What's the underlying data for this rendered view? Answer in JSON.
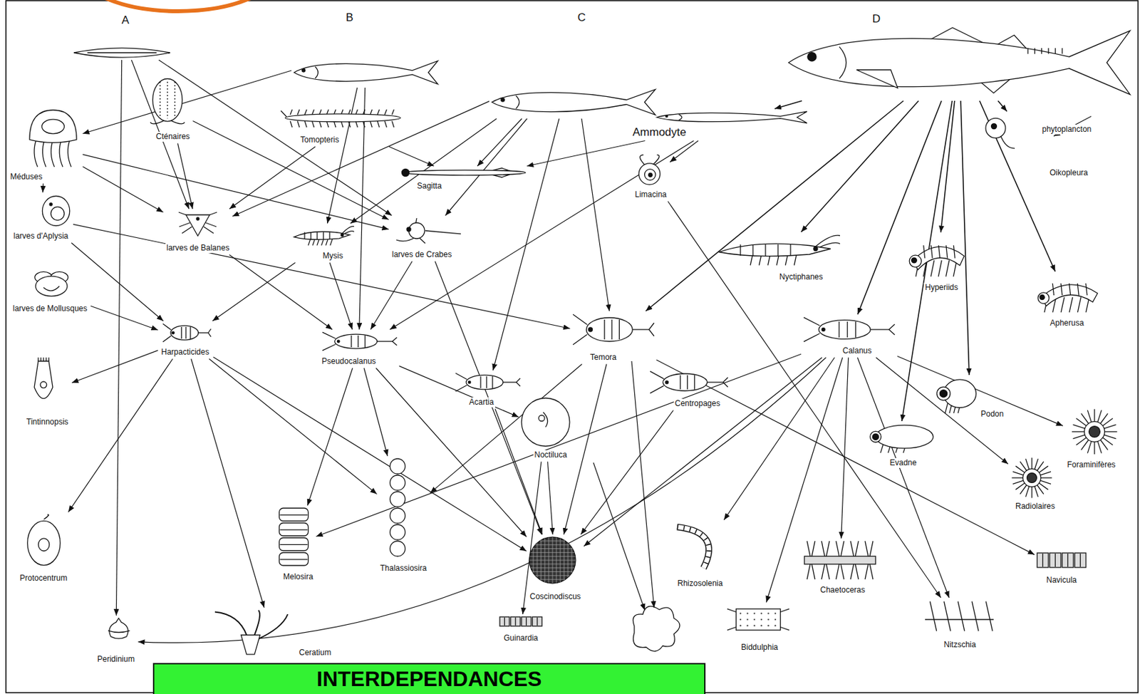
{
  "diagram": {
    "title": "INTERDEPENDANCES",
    "nodes": [
      {
        "text": [
          "A"
        ]
      },
      {
        "text": [
          "Méduses"
        ]
      },
      {
        "text": [
          "Cténaires"
        ]
      },
      {
        "text": [
          "B"
        ]
      },
      {
        "text": [
          "Tomopteris"
        ]
      },
      {
        "text": [
          "C"
        ]
      },
      {
        "text": [
          "Ammodyte"
        ]
      },
      {
        "text": [
          "D"
        ]
      },
      {
        "text": [
          "Sagitta"
        ]
      },
      {
        "text": [
          "Limacina"
        ]
      },
      {
        "text": [
          "Oikopleura"
        ]
      },
      {
        "text": [
          "phytoplancton"
        ]
      },
      {
        "text": [
          "larves d'Aplysia"
        ]
      },
      {
        "text": [
          "larves de Mollusques"
        ]
      },
      {
        "text": [
          "larves de Balanes"
        ]
      },
      {
        "text": [
          "Mysis"
        ]
      },
      {
        "text": [
          "larves de Crabes"
        ]
      },
      {
        "text": [
          "Nyctiphanes"
        ]
      },
      {
        "text": [
          "Hyperiids"
        ]
      },
      {
        "text": [
          "Apherusa"
        ]
      },
      {
        "text": [
          "Harpacticides"
        ]
      },
      {
        "text": [
          "Pseudocalanus"
        ]
      },
      {
        "text": [
          "Temora"
        ]
      },
      {
        "text": [
          "Acartia"
        ]
      },
      {
        "text": [
          "Centropages"
        ]
      },
      {
        "text": [
          "Calanus"
        ]
      },
      {
        "text": [
          "Podon"
        ]
      },
      {
        "text": [
          "Evadne"
        ]
      },
      {
        "text": [
          "Noctiluca"
        ]
      },
      {
        "text": [
          "Tintinnopsis"
        ]
      },
      {
        "text": [
          "Foraminifères"
        ]
      },
      {
        "text": [
          "Radiolaires"
        ]
      },
      {
        "text": [
          "Protocentrum"
        ]
      },
      {
        "text": [
          "Melosira"
        ]
      },
      {
        "text": [
          "Thalassiosira"
        ]
      },
      {
        "text": [
          "Coscinodiscus"
        ]
      },
      {
        "text": [
          "Guinardia"
        ]
      },
      {
        "text": [
          "Rhizosolenia"
        ]
      },
      {
        "text": [
          "Chaetoceras"
        ]
      },
      {
        "text": [
          "Navicula"
        ]
      },
      {
        "text": [
          "Biddulphia"
        ]
      },
      {
        "text": [
          "Nitzschia"
        ]
      },
      {
        "text": [
          "Peridinium"
        ]
      },
      {
        "text": [
          "Ceratium"
        ]
      }
    ],
    "edges": [
      {
        "from": 0,
        "to": 42,
        "arrow": "to"
      },
      {
        "from": 0,
        "to": 14,
        "arrow": "to"
      },
      {
        "from": 0,
        "to": 16,
        "arrow": "to"
      },
      {
        "from": 1,
        "to": 12,
        "arrow": "to"
      },
      {
        "from": 1,
        "to": 14,
        "arrow": "to"
      },
      {
        "from": 1,
        "to": 16,
        "arrow": "to"
      },
      {
        "from": 2,
        "to": 14,
        "arrow": "to"
      },
      {
        "from": 2,
        "to": 16,
        "arrow": "to"
      },
      {
        "from": 3,
        "to": 1,
        "arrow": "to"
      },
      {
        "from": 3,
        "to": 15,
        "arrow": "to"
      },
      {
        "from": 3,
        "to": 21,
        "arrow": "to"
      },
      {
        "from": 4,
        "to": 14,
        "arrow": "to"
      },
      {
        "from": 4,
        "to": 8,
        "arrow": "to"
      },
      {
        "from": 5,
        "to": 8,
        "arrow": "to"
      },
      {
        "from": 5,
        "to": 15,
        "arrow": "to"
      },
      {
        "from": 5,
        "to": 16,
        "arrow": "to"
      },
      {
        "from": 5,
        "to": 23,
        "arrow": "to"
      },
      {
        "from": 5,
        "to": 22,
        "arrow": "to"
      },
      {
        "from": 5,
        "to": 14,
        "arrow": "to"
      },
      {
        "from": 6,
        "to": 8,
        "arrow": "to"
      },
      {
        "from": 6,
        "to": 9,
        "arrow": "to"
      },
      {
        "from": 6,
        "to": 21,
        "arrow": "to"
      },
      {
        "from": 7,
        "to": 6,
        "arrow": "to"
      },
      {
        "from": 7,
        "to": 22,
        "arrow": "to"
      },
      {
        "from": 7,
        "to": 17,
        "arrow": "to"
      },
      {
        "from": 7,
        "to": 25,
        "arrow": "to"
      },
      {
        "from": 7,
        "to": 18,
        "arrow": "to"
      },
      {
        "from": 7,
        "to": 27,
        "arrow": "to"
      },
      {
        "from": 7,
        "to": 19,
        "arrow": "to"
      },
      {
        "from": 7,
        "to": 10,
        "arrow": "to"
      },
      {
        "from": 7,
        "to": 26,
        "arrow": "to"
      },
      {
        "from": 10,
        "to": 11,
        "arrow": "to"
      },
      {
        "from": 15,
        "to": 20,
        "arrow": "to"
      },
      {
        "from": 15,
        "to": 21,
        "arrow": "to"
      },
      {
        "from": 16,
        "to": 21,
        "arrow": "to"
      },
      {
        "from": 16,
        "to": 35,
        "arrow": "to"
      },
      {
        "from": 12,
        "to": 20,
        "arrow": "to"
      },
      {
        "from": 12,
        "to": 22,
        "arrow": "to"
      },
      {
        "from": 13,
        "to": 20,
        "arrow": "to"
      },
      {
        "from": 14,
        "to": 21,
        "arrow": "to"
      },
      {
        "from": 20,
        "to": 29,
        "arrow": "to"
      },
      {
        "from": 20,
        "to": 32,
        "arrow": "to"
      },
      {
        "from": 20,
        "to": 43,
        "arrow": "to"
      },
      {
        "from": 20,
        "to": 34,
        "arrow": "to"
      },
      {
        "from": 20,
        "to": 35,
        "arrow": "to"
      },
      {
        "from": 21,
        "to": 33,
        "arrow": "to"
      },
      {
        "from": 21,
        "to": 34,
        "arrow": "to"
      },
      {
        "from": 21,
        "to": 35,
        "arrow": "to"
      },
      {
        "from": 21,
        "to": 28,
        "arrow": "to"
      },
      {
        "from": 22,
        "to": 35,
        "arrow": "to"
      },
      {
        "from": 22,
        "to": 34,
        "arrow": "to"
      },
      {
        "from": 22,
        "to": 39,
        "arrow": "to"
      },
      {
        "from": 23,
        "to": 35,
        "arrow": "to"
      },
      {
        "from": 24,
        "to": 35,
        "arrow": "to"
      },
      {
        "from": 25,
        "to": 37,
        "arrow": "to"
      },
      {
        "from": 25,
        "to": 38,
        "arrow": "to"
      },
      {
        "from": 25,
        "to": 40,
        "arrow": "to"
      },
      {
        "from": 25,
        "to": 41,
        "arrow": "to"
      },
      {
        "from": 25,
        "to": 35,
        "arrow": "to"
      },
      {
        "from": 25,
        "to": 42,
        "arrow": "to"
      },
      {
        "from": 25,
        "to": 33,
        "arrow": "to"
      },
      {
        "from": 25,
        "to": 30,
        "arrow": "to"
      },
      {
        "from": 25,
        "to": 31,
        "arrow": "to"
      },
      {
        "from": 28,
        "to": 35,
        "arrow": "to"
      },
      {
        "from": 28,
        "to": 36,
        "arrow": "to"
      },
      {
        "from": 9,
        "to": 41,
        "arrow": "to"
      }
    ]
  }
}
